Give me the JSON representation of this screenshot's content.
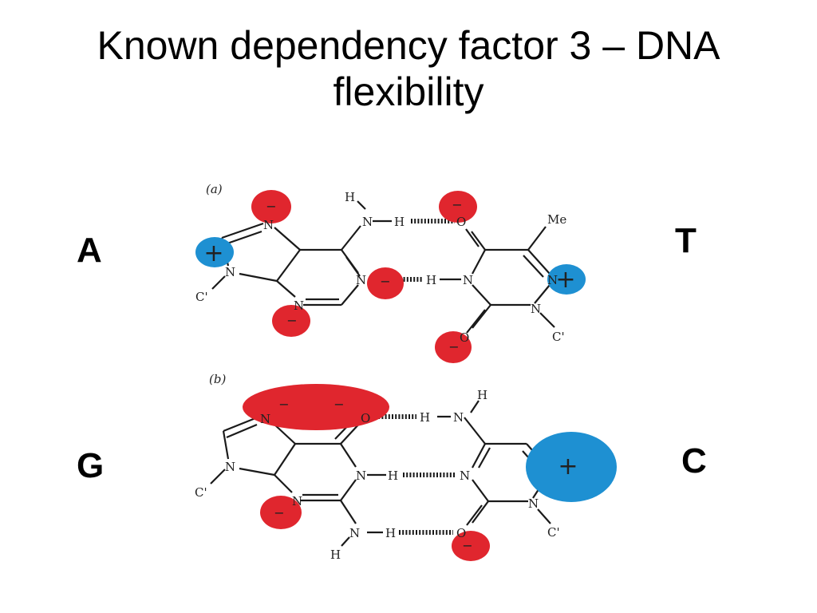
{
  "title": {
    "line1": "Known dependency factor 3 – DNA",
    "line2": "flexibility"
  },
  "base_labels": {
    "A": "A",
    "T": "T",
    "G": "G",
    "C": "C"
  },
  "panels": {
    "a": "(a)",
    "b": "(b)"
  },
  "atoms": {
    "N": "N",
    "H": "H",
    "O": "O",
    "Me": "Me",
    "Cprime": "C'"
  },
  "charges": {
    "minus": "−",
    "plus": "+"
  },
  "colors": {
    "negative": "#e0262e",
    "positive": "#1e90d2",
    "bond": "#1a1a1a"
  }
}
